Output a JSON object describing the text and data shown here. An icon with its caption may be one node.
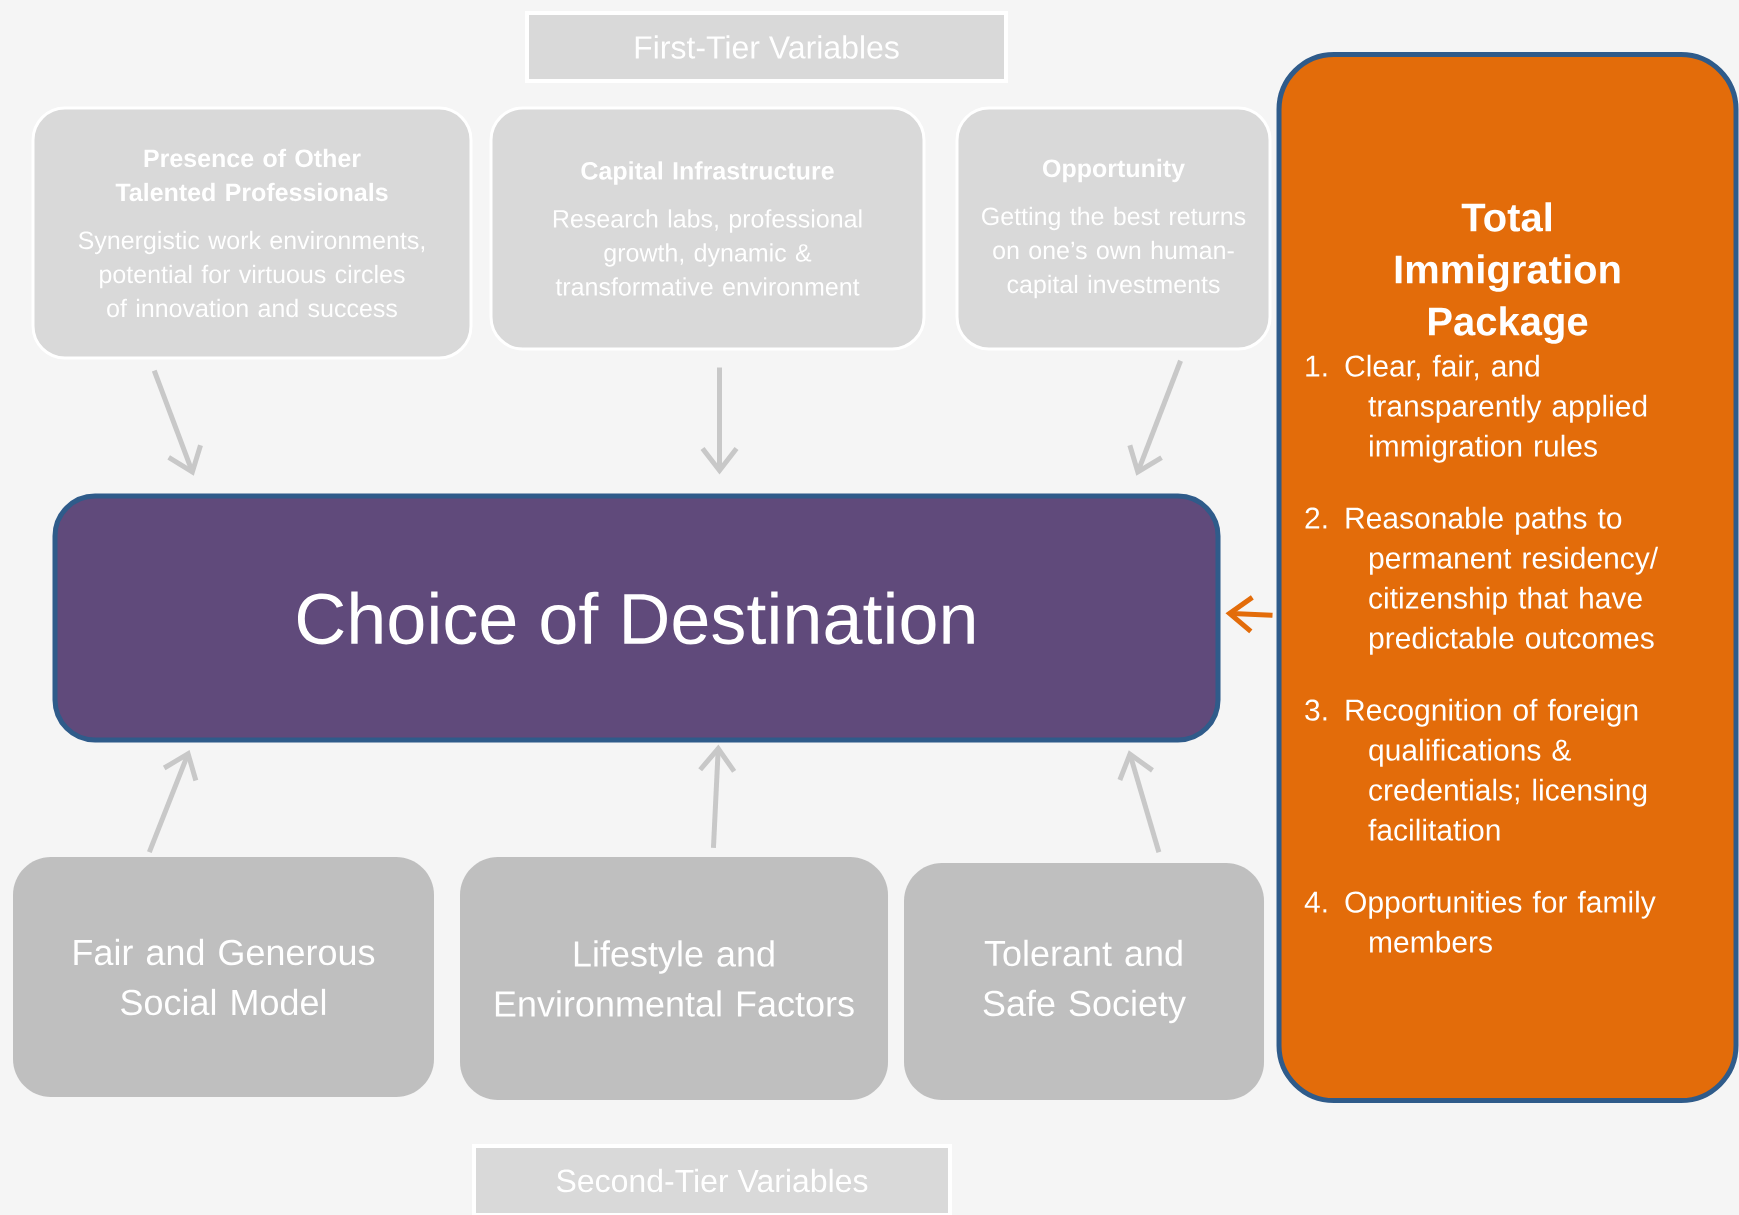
{
  "diagram": {
    "nodes": [
      {
        "text": [
          "First-Tier Variables"
        ]
      },
      {
        "text": [
          "Presence of Other Talented Professionals",
          "Synergistic work environments, potential for virtuous circles of innovation and success"
        ]
      },
      {
        "text": [
          "Capital Infrastructure",
          "Research labs, professional growth, dynamic & transformative environment"
        ]
      },
      {
        "text": [
          "Opportunity",
          "Getting the best returns on one’s own human-capital investments"
        ]
      },
      {
        "text": [
          "Total Immigration Package",
          "1. Clear, fair, and transparently applied immigration rules",
          "2. Reasonable paths to permanent residency/ citizenship that have predictable outcomes",
          "3. Recognition of foreign qualifications & credentials; licensing facilitation",
          "4. Opportunities for family members"
        ]
      },
      {
        "text": [
          "Choice of Destination"
        ]
      },
      {
        "text": [
          "Fair and Generous Social Model"
        ]
      },
      {
        "text": [
          "Lifestyle and Environmental Factors"
        ]
      },
      {
        "text": [
          "Tolerant and Safe Society"
        ]
      },
      {
        "text": [
          "Second-Tier Variables"
        ]
      }
    ],
    "edges": [
      {
        "from": 1,
        "to": 5,
        "arrow": "to"
      },
      {
        "from": 2,
        "to": 5,
        "arrow": "to"
      },
      {
        "from": 3,
        "to": 5,
        "arrow": "to"
      },
      {
        "from": 4,
        "to": 5,
        "arrow": "to",
        "color": "#e36c0a"
      },
      {
        "from": 6,
        "to": 5,
        "arrow": "to"
      },
      {
        "from": 7,
        "to": 5,
        "arrow": "to"
      },
      {
        "from": 8,
        "to": 5,
        "arrow": "to"
      }
    ]
  }
}
